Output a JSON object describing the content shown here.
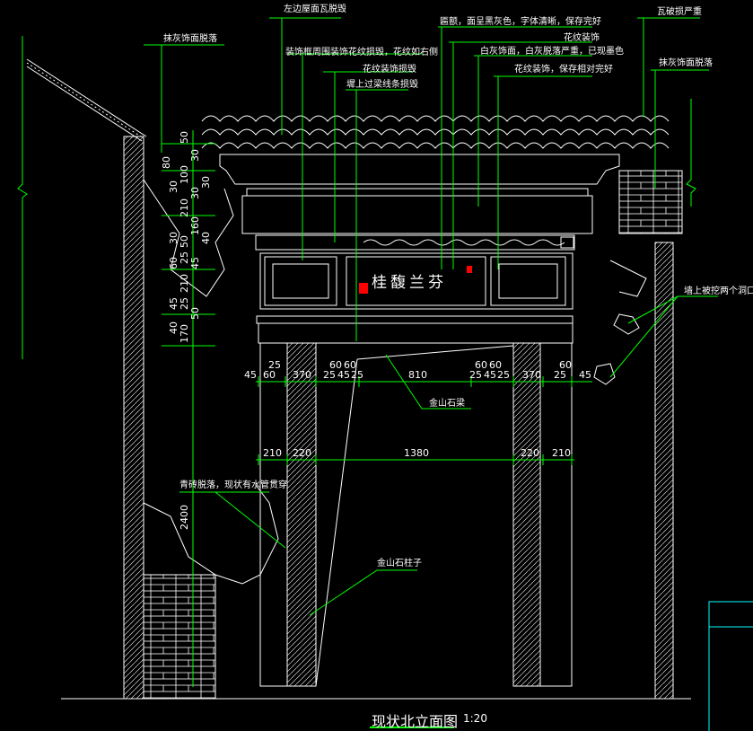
{
  "drawing": {
    "title": "现状北立面图",
    "scale": "1:20",
    "plaque_text": "桂馥兰芬"
  },
  "annotations": [
    "左边屋面瓦脱毁",
    "抹灰饰面脱落",
    "装饰框周围装饰花纹损毁，花纹如右侧",
    "花纹装饰损毁",
    "墀上过梁线条损毁",
    "匾额，面呈黑灰色，字体清晰，保存完好",
    "花纹装饰",
    "白灰饰面，白灰脱落严重，已现墨色",
    "花纹装饰，保存相对完好",
    "瓦破损严重",
    "抹灰饰面脱落",
    "墙上被挖两个洞口",
    "金山石梁",
    "青砖脱落，现状有水管贯穿",
    "金山石柱子"
  ],
  "dims_h1": [
    "45",
    "60",
    "25",
    "370",
    "60",
    "60",
    "25",
    "45",
    "25",
    "810",
    "60",
    "60",
    "25",
    "45",
    "25",
    "370",
    "60",
    "25",
    "45"
  ],
  "dims_h2": [
    "210",
    "220",
    "1380",
    "220",
    "210"
  ],
  "dims_v_top": [
    "50",
    "30",
    "80",
    "100",
    "30",
    "30",
    "30",
    "210",
    "160",
    "30",
    "50",
    "40",
    "60",
    "25",
    "45",
    "210",
    "45",
    "25",
    "50",
    "40",
    "170"
  ],
  "dims_v_main": "2400",
  "colors": {
    "line": "#ffffff",
    "dimension": "#00ff00",
    "leader": "#00ff00",
    "accent": "#00ffff"
  }
}
